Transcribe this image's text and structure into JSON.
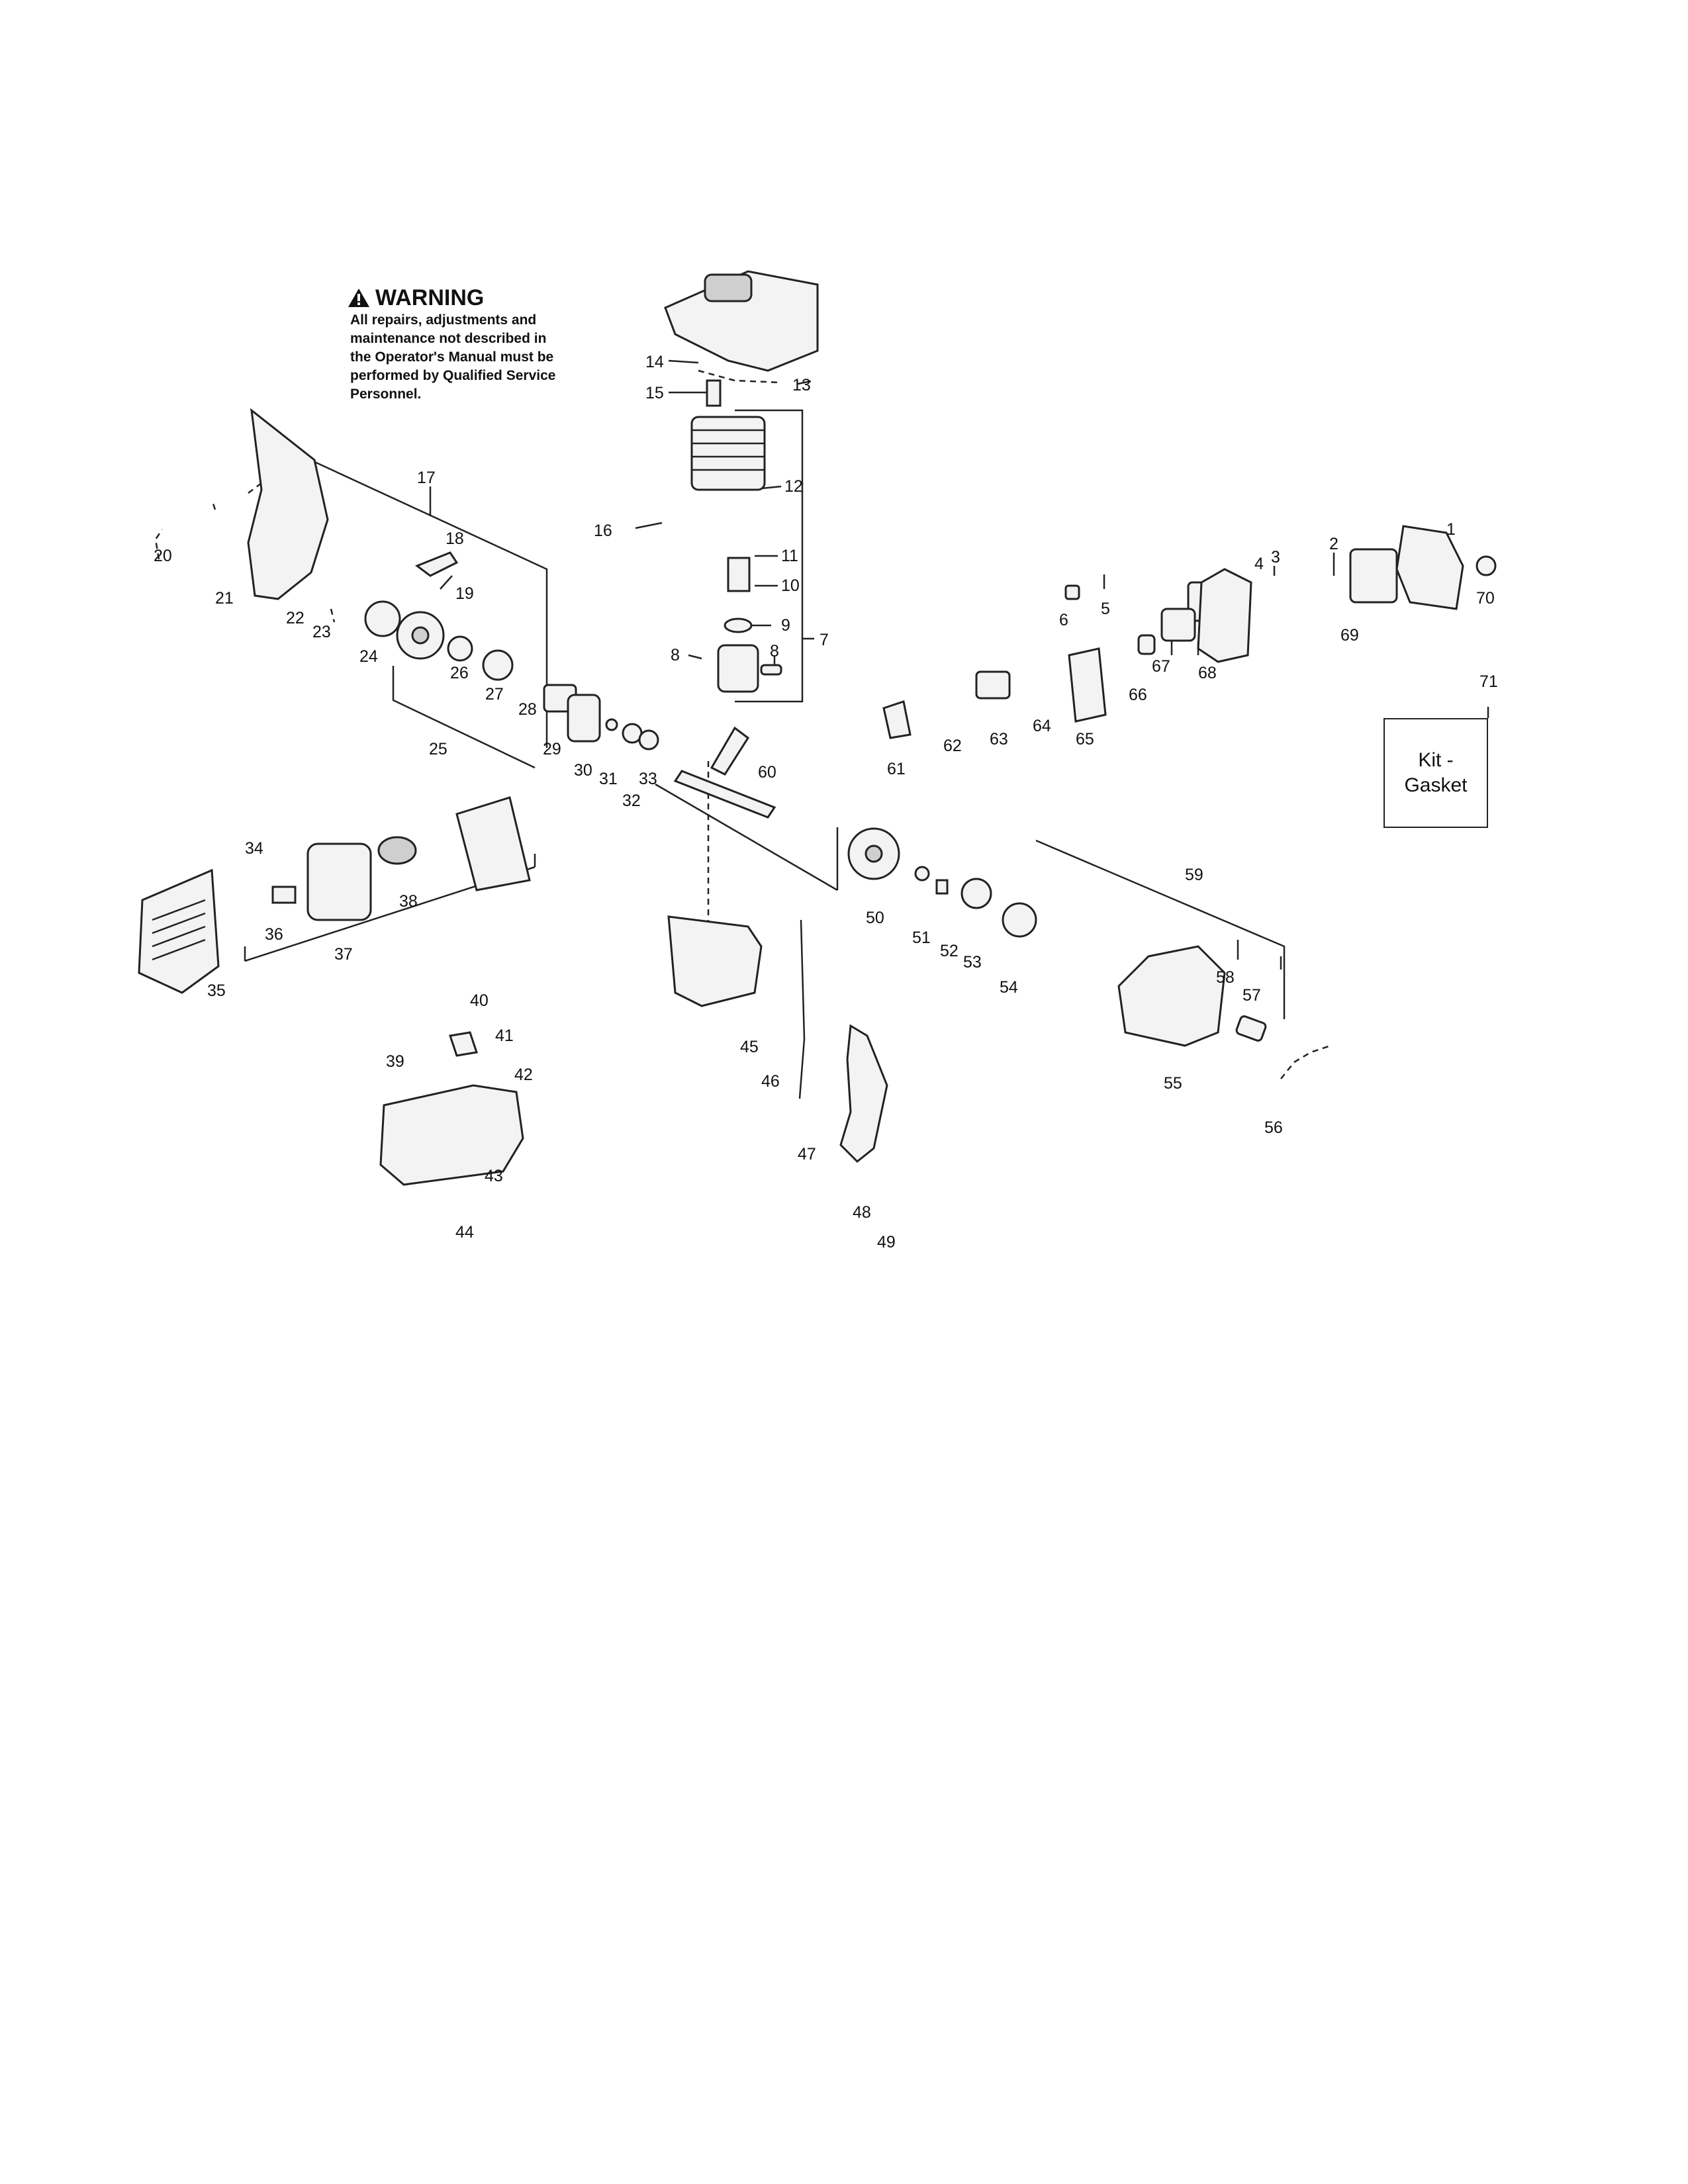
{
  "warning": {
    "title": "WARNING",
    "body": "All repairs, adjustments and\nmaintenance not described in\nthe Operator's Manual must be\nperformed by Qualified Service\nPersonnel."
  },
  "kit_box": {
    "number": "71",
    "label": "Kit -\nGasket"
  },
  "callouts": [
    "1",
    "2",
    "3",
    "4",
    "5",
    "6",
    "7",
    "8",
    "8",
    "9",
    "10",
    "11",
    "12",
    "13",
    "14",
    "15",
    "16",
    "17",
    "18",
    "19",
    "20",
    "21",
    "22",
    "23",
    "24",
    "25",
    "26",
    "27",
    "28",
    "29",
    "30",
    "31",
    "32",
    "33",
    "34",
    "35",
    "36",
    "37",
    "38",
    "39",
    "40",
    "41",
    "42",
    "43",
    "44",
    "45",
    "46",
    "47",
    "48",
    "49",
    "50",
    "51",
    "52",
    "53",
    "54",
    "55",
    "56",
    "57",
    "58",
    "59",
    "60",
    "61",
    "62",
    "63",
    "64",
    "65",
    "66",
    "67",
    "68",
    "69",
    "70"
  ]
}
